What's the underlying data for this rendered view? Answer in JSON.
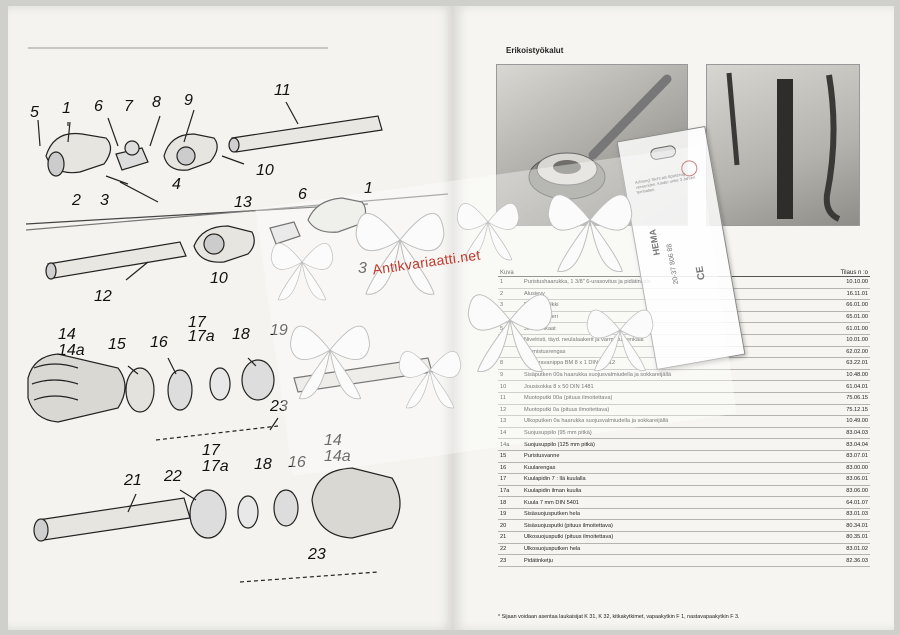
{
  "left_page": {
    "callouts": [
      "5",
      "1",
      "6",
      "7",
      "8",
      "9",
      "11",
      "10",
      "2",
      "3",
      "4",
      "13",
      "6",
      "1",
      "10",
      "12",
      "3",
      "14",
      "14a",
      "15",
      "16",
      "17",
      "17a",
      "18",
      "19",
      "23",
      "17",
      "17a",
      "18",
      "16",
      "14",
      "14a",
      "21",
      "22",
      "23"
    ]
  },
  "right_page": {
    "section_title": "Erikoistyökalut",
    "table": {
      "header": {
        "kuva": "Kuva",
        "tilaus": "Tilaus\nn :o"
      },
      "rows": [
        {
          "no": "1",
          "desc": "Puristushaarukka, 1 3/8\" 6-urasovitus ja pidätinlaite",
          "code": "10.10.00"
        },
        {
          "no": "2",
          "desc": "Alusievy",
          "code": "16.11.01"
        },
        {
          "no": "3",
          "desc": "Puristusholkki",
          "code": "66.01.00"
        },
        {
          "no": "4",
          "desc": "Työntömutteri",
          "code": "65.01.00"
        },
        {
          "no": "5",
          "desc": "Jousirenkaat",
          "code": "61.01.00"
        },
        {
          "no": "6",
          "desc": "Nivelristi, täyd. neulalaakerit ja varmistusrenkaat",
          "code": "10.01.00"
        },
        {
          "no": "7",
          "desc": "Varmistusrengas",
          "code": "62.02.00"
        },
        {
          "no": "8",
          "desc": "Korvoravanippa BM 8 x 1 DIN 71412",
          "code": "63.22.01"
        },
        {
          "no": "9",
          "desc": "Sisäputken 00a haarukka suojusvalmiudella ja sokkareijällä",
          "code": "10.48.00"
        },
        {
          "no": "10",
          "desc": "Jousisokka 8 x 50 DIN 1481",
          "code": "61.04.01"
        },
        {
          "no": "11",
          "desc": "Muotoputki 00a (pituus ilmoitettava)",
          "code": "75.06.15"
        },
        {
          "no": "12",
          "desc": "Muotoputki 0a (pituus ilmoitettava)",
          "code": "75.12.15"
        },
        {
          "no": "13",
          "desc": "Ulkoputken 0a haarukka suojusvalmiudella ja sokkareijällä",
          "code": "10.49.00"
        },
        {
          "no": "14",
          "desc": "Suojusuppilo (95 mm pitkä)",
          "code": "83.04.03"
        },
        {
          "no": "14a",
          "desc": "Suojusuppilo (125 mm pitkä)",
          "code": "83.04.04"
        },
        {
          "no": "15",
          "desc": "Puristusvanne",
          "code": "83.07.01"
        },
        {
          "no": "16",
          "desc": "Kuularengas",
          "code": "83.00.00"
        },
        {
          "no": "17",
          "desc": "Kuulapidin 7 : llä kuulalla",
          "code": "83.06.01"
        },
        {
          "no": "17a",
          "desc": "Kuulapidin ilman kuulia",
          "code": "83.06.00"
        },
        {
          "no": "18",
          "desc": "Kuula 7 mm DIN 5401",
          "code": "64.01.07"
        },
        {
          "no": "19",
          "desc": "Sisäsuojusputken hela",
          "code": "83.01.03"
        },
        {
          "no": "20",
          "desc": "Sisäsuojusputki (pituus ilmoitettava)",
          "code": "80.34.01"
        },
        {
          "no": "21",
          "desc": "Ulkosuojusputki (pituus ilmoitettava)",
          "code": "80.35.01"
        },
        {
          "no": "22",
          "desc": "Ulkosuojusputken hela",
          "code": "83.01.02"
        },
        {
          "no": "23",
          "desc": "Pidätinketju",
          "code": "82.36.03"
        }
      ],
      "footnote": "* Sijaan voidaan asentaa laukaisijat K 31, K 32, kitkakytkimet, vapaakytkin F 1, nastavapaakytkin F 3."
    }
  },
  "tag": {
    "brand": "HEMA",
    "code": "20-37 806 88",
    "ce": "CE",
    "note": "Achtung! Nicht als Spielzeug verwenden. Kinder unter 3 Jahren fernhalten."
  },
  "watermark": "Antikvariaatti.net",
  "colors": {
    "watermark": "#c0392b",
    "paper": "#f4f3ef"
  }
}
